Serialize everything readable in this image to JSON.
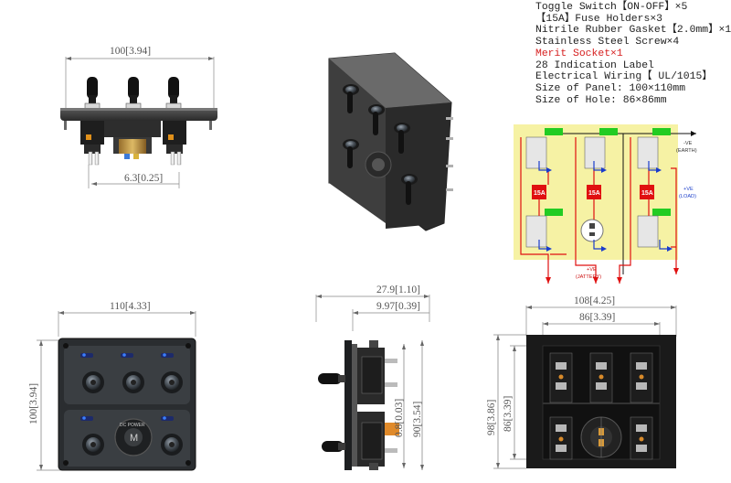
{
  "specs": {
    "items": [
      "Toggle Switch【ON-OFF】×5",
      "【15A】Fuse Holders×3",
      "Nitrile Rubber Gasket【2.0mm】×1",
      "Stainless Steel Screw×4",
      "Merit Socket×1",
      "28 Indication Label",
      "Electrical Wiring【 UL/1015】",
      "Size of Panel: 100×110mm",
      "Size of Hole: 86×86mm"
    ],
    "highlight_color": "#d61f1f"
  },
  "dimensions": {
    "top_width": "100[3.94]",
    "top_pin": "6.3[0.25]",
    "front_width": "110[4.33]",
    "front_height": "100[3.94]",
    "side_depth": "27.9[1.10]",
    "side_face": "9.97[0.39]",
    "side_gasket": "0.8[0.03]",
    "side_height": "90[3.54]",
    "back_width": "108[4.25]",
    "back_hole_width": "86[3.39]",
    "back_height": "98[3.86]",
    "back_hole_height": "86[3.39]"
  },
  "wiring": {
    "earth_label": "-VE",
    "earth_sub": "(EARTH)",
    "load_label": "+VE",
    "load_sub": "(LOAD)",
    "battery_label": "+VE",
    "battery_sub": "(JATTERY)",
    "fuse_label": "15A",
    "colors": {
      "positive": "#e01010",
      "negative": "#1a3ccc",
      "board": "#f6f2a4",
      "terminal": "#22cc22"
    }
  },
  "panel_text": {
    "socket_letter": "M",
    "socket_ring": "DC POWER"
  }
}
